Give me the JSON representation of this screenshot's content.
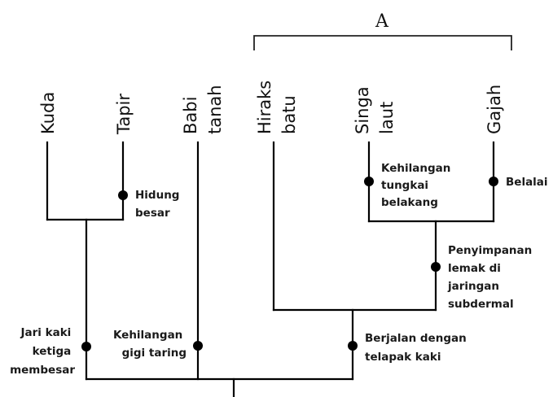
{
  "bracket": {
    "label": "A"
  },
  "taxa": [
    {
      "lines": [
        "Kuda"
      ]
    },
    {
      "lines": [
        "Tapir"
      ]
    },
    {
      "lines": [
        "Babi",
        "tanah"
      ]
    },
    {
      "lines": [
        "Hiraks",
        "batu"
      ]
    },
    {
      "lines": [
        "Singa",
        "laut"
      ]
    },
    {
      "lines": [
        "Gajah"
      ]
    }
  ],
  "traits": [
    {
      "lines": [
        "Hidung",
        "besar"
      ],
      "align": "start"
    },
    {
      "lines": [
        "Kehilangan",
        "tungkai",
        "belakang"
      ],
      "align": "start"
    },
    {
      "lines": [
        "Belalai"
      ],
      "align": "start"
    },
    {
      "lines": [
        "Penyimpanan",
        "lemak di",
        "jaringan",
        "subdermal"
      ],
      "align": "start"
    },
    {
      "lines": [
        "Jari kaki",
        "ketiga",
        "membesar"
      ],
      "align": "end"
    },
    {
      "lines": [
        "Kehilangan",
        "gigi taring"
      ],
      "align": "end"
    },
    {
      "lines": [
        "Berjalan dengan",
        "telapak kaki"
      ],
      "align": "start"
    }
  ]
}
